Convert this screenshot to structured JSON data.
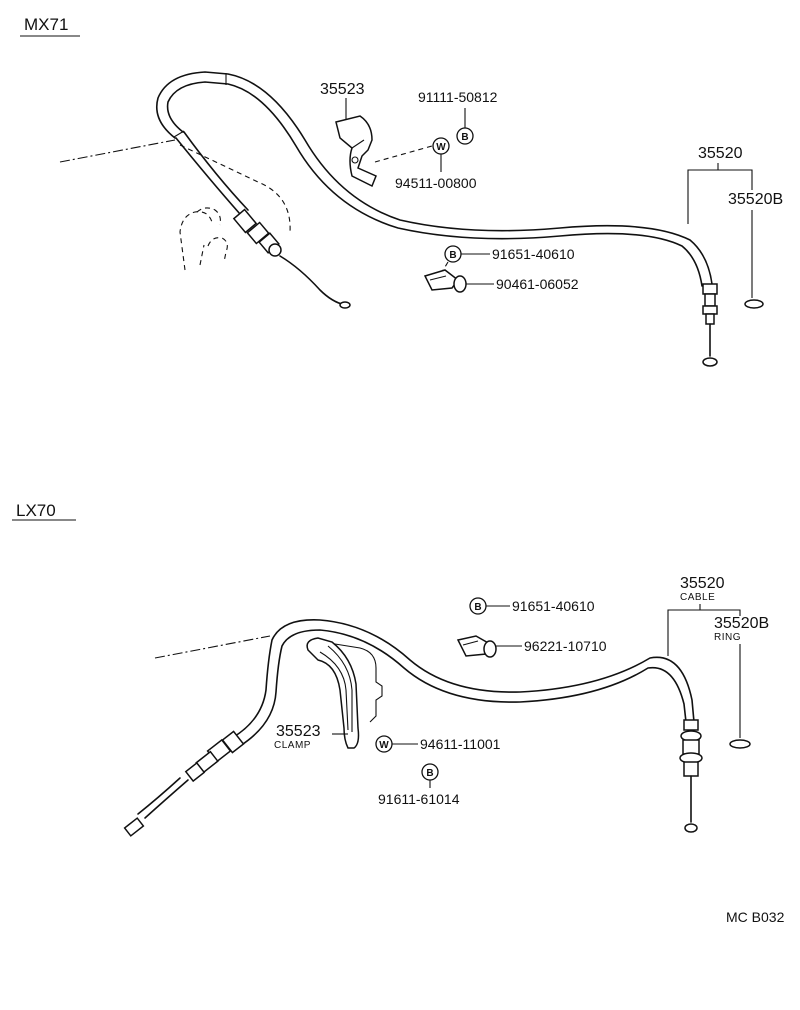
{
  "sections": [
    {
      "id": "mx71",
      "name": "MX71",
      "parts": {
        "clamp": "35523",
        "bolt_a": "91111-50812",
        "washer": "94511-00800",
        "cable": "35520",
        "ring": "35520B",
        "bolt_b": "91651-40610",
        "clip": "90461-06052"
      },
      "symbols": {
        "bolt": "B",
        "washer": "W"
      }
    },
    {
      "id": "lx70",
      "name": "LX70",
      "parts": {
        "cable": "35520",
        "cable_desc": "CABLE",
        "ring": "35520B",
        "ring_desc": "RING",
        "bolt_a": "91651-40610",
        "clip": "96221-10710",
        "clamp": "35523",
        "clamp_desc": "CLAMP",
        "washer": "94611-11001",
        "bolt_b": "91611-61014"
      },
      "symbols": {
        "bolt": "B",
        "washer": "W"
      }
    }
  ],
  "footer": {
    "code": "MC B032"
  }
}
